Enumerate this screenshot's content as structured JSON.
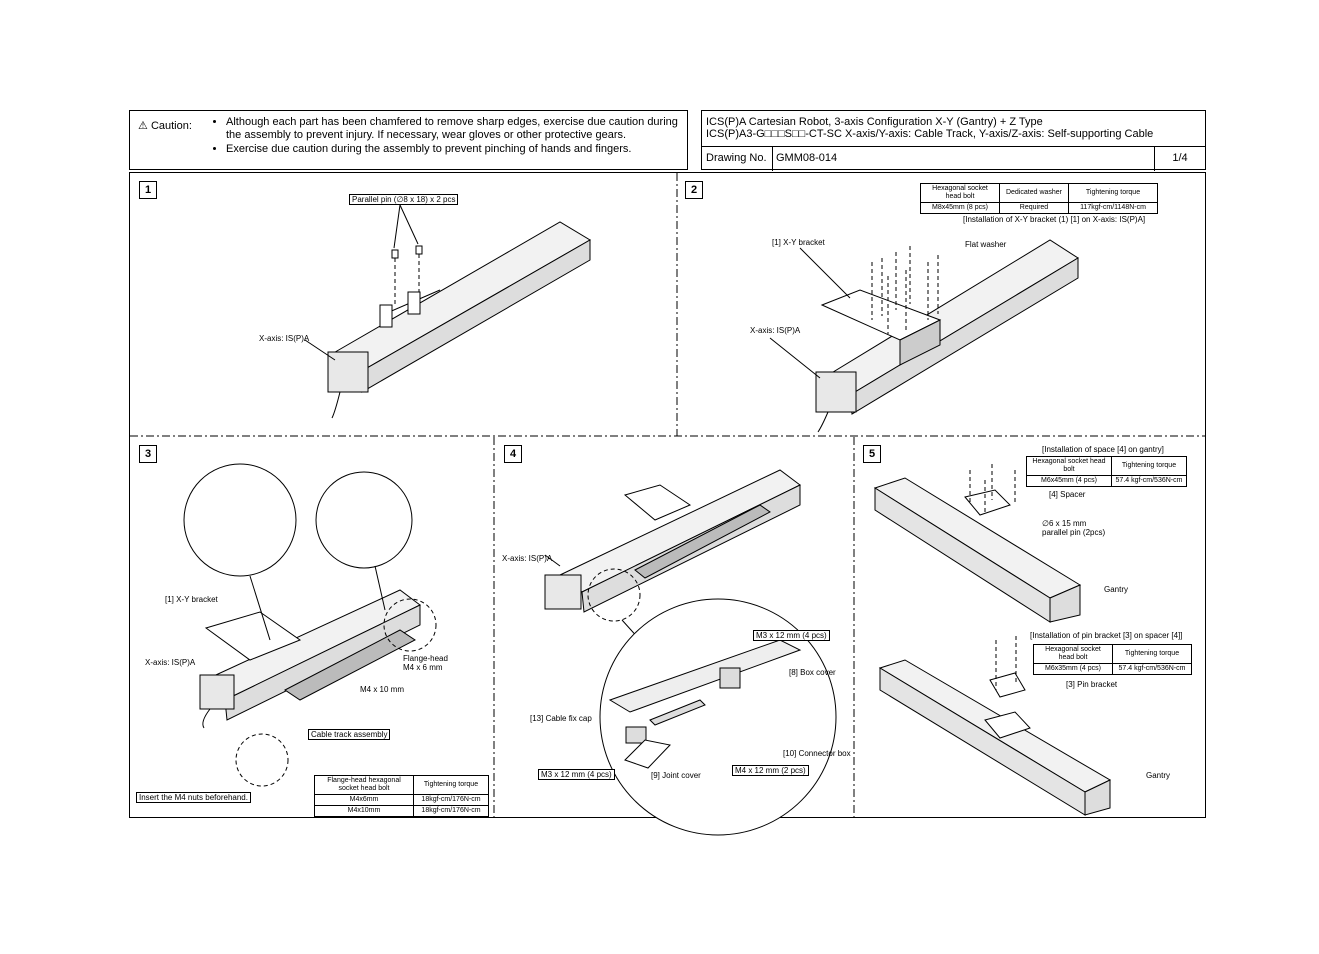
{
  "caution": {
    "label": "Caution:",
    "items": [
      "Although each part has been chamfered to remove sharp edges, exercise due caution during the assembly to prevent injury. If necessary, wear gloves or other protective gears.",
      "Exercise due caution during the assembly to prevent pinching of hands and fingers."
    ]
  },
  "title": {
    "line1": "ICS(P)A Cartesian Robot, 3-axis Configuration X-Y (Gantry) + Z Type",
    "line2": "ICS(P)A3-G□□□S□□-CT-SC   X-axis/Y-axis: Cable Track, Y-axis/Z-axis: Self-supporting Cable",
    "drawing_label": "Drawing No.",
    "drawing_value": "GMM08-014",
    "page": "1/4"
  },
  "steps": {
    "s1": {
      "num": "1",
      "pin": "Parallel pin (∅8 x 18) x 2 pcs",
      "xaxis": "X-axis: IS(P)A"
    },
    "s2": {
      "num": "2",
      "table_headers": [
        "Hexagonal socket head bolt",
        "Dedicated washer",
        "Tightening torque"
      ],
      "table_row": [
        "M8x45mm (8 pcs)",
        "Required",
        "117kgf-cm/1148N-cm"
      ],
      "install": "[Installation of X-Y bracket (1) [1] on X-axis: IS(P)A]",
      "bracket": "[1] X-Y bracket",
      "washer": "Flat washer",
      "xaxis": "X-axis: IS(P)A"
    },
    "s3": {
      "num": "3",
      "bracket": "[1] X-Y bracket",
      "xaxis": "X-axis: IS(P)A",
      "flange": "Flange-head M4 x 6 mm",
      "m4": "M4 x 10 mm",
      "cable": "Cable track assembly",
      "note": "Insert the M4 nuts beforehand.",
      "table_headers": [
        "Flange-head hexagonal socket head bolt",
        "Tightening torque"
      ],
      "table_rows": [
        [
          "M4x6mm",
          "18kgf-cm/176N-cm"
        ],
        [
          "M4x10mm",
          "18kgf-cm/176N-cm"
        ]
      ]
    },
    "s4": {
      "num": "4",
      "xaxis": "X-axis: IS(P)A",
      "m3a": "M3 x 12 mm (4 pcs)",
      "box_cover": "[8] Box cover",
      "cable_cap": "[13] Cable fix cap",
      "connector": "[10] Connector box",
      "m3b": "M3 x 12 mm (4 pcs)",
      "joint": "[9] Joint cover",
      "m4": "M4 x 12 mm (2 pcs)"
    },
    "s5": {
      "num": "5",
      "install1": "[Installation of space [4] on gantry]",
      "t1_headers": [
        "Hexagonal socket head bolt",
        "Tightening torque"
      ],
      "t1_row": [
        "M6x45mm (4 pcs)",
        "57.4 kgf-cm/536N-cm"
      ],
      "spacer": "[4] Spacer",
      "pin": "∅6 x 15 mm parallel pin (2pcs)",
      "gantry1": "Gantry",
      "install2": "[Installation of pin bracket [3] on spacer [4]]",
      "t2_headers": [
        "Hexagonal socket head bolt",
        "Tightening torque"
      ],
      "t2_row": [
        "M6x35mm (4 pcs)",
        "57.4 kgf-cm/536N-cm"
      ],
      "pin_bracket": "[3] Pin bracket",
      "gantry2": "Gantry"
    }
  }
}
